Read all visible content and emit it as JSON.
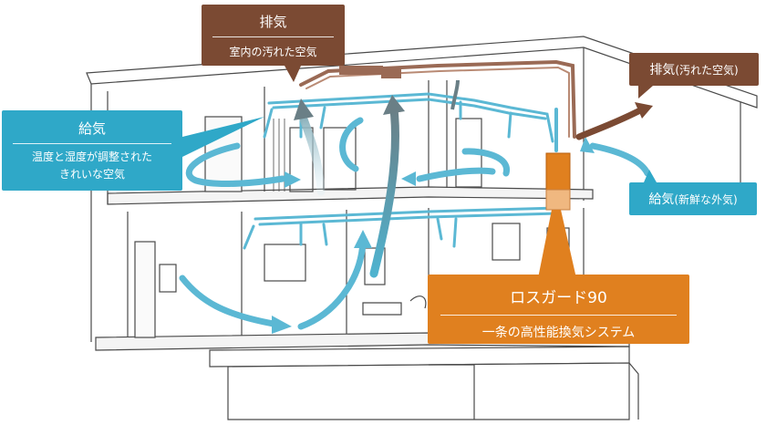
{
  "colors": {
    "exhaust": "#7b4a33",
    "supply": "#2fa8c8",
    "product": "#e0801f",
    "house_line": "#4a4a4a",
    "duct_blue": "#5bb8d4",
    "duct_brown": "#9a6a55"
  },
  "callouts": {
    "exhaust_top": {
      "title": "排気",
      "desc": "室内の汚れた空気"
    },
    "supply_left": {
      "title": "給気",
      "desc_line1": "温度と湿度が調整された",
      "desc_line2": "きれいな空気"
    },
    "exhaust_right": {
      "title": "排気",
      "note": "(汚れた空気)"
    },
    "supply_right": {
      "title": "給気",
      "note": "(新鮮な外気)"
    },
    "product": {
      "title": "ロスガード90",
      "desc": "一条の高性能換気システム"
    }
  }
}
